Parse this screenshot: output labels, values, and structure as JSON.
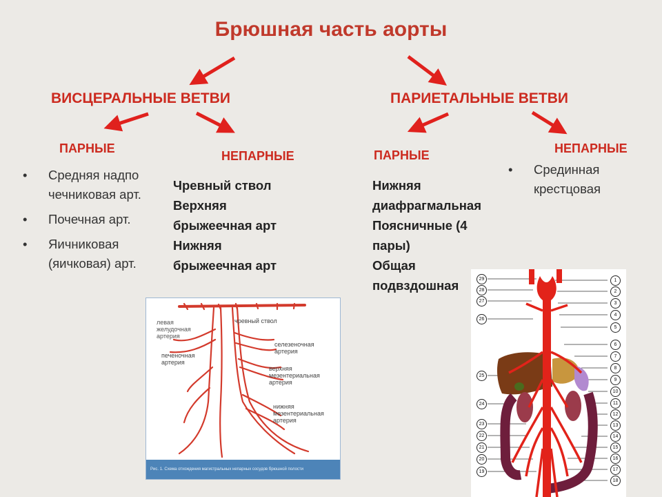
{
  "title": "Брюшная часть аорты",
  "visceral": {
    "header": "ВИСЦЕРАЛЬНЫЕ ВЕТВИ",
    "paired": {
      "label": "ПАРНЫЕ",
      "items": [
        "Средняя надпочечниковая арт.",
        "Почечная арт.",
        "Яичниковая (яичковая) арт."
      ]
    },
    "unpaired": {
      "label": "НЕПАРНЫЕ",
      "lines": [
        "Чревный ствол",
        "Верхняя",
        "брыжеечная арт",
        "Нижняя",
        "брыжеечная арт"
      ]
    }
  },
  "parietal": {
    "header": "ПАРИЕТАЛЬНЫЕ ВЕТВИ",
    "paired": {
      "label": "ПАРНЫЕ",
      "lines": [
        "Нижняя",
        "диафрагмальная",
        "Поясничные (4",
        "пары)",
        "Общая",
        "подвздошная"
      ]
    },
    "unpaired": {
      "label": "НЕПАРНЫЕ",
      "items": [
        "Срединная крестцовая"
      ]
    }
  },
  "figure1": {
    "labels": {
      "left_gastric": "левая\nжелудочная\nартерия",
      "celiac": "чревный ствол",
      "hepatic": "печеночная\nартерия",
      "splenic": "селезеночная\nартерия",
      "sup_mesenteric": "верхняя\nмезентериальная\nартерия",
      "inf_mesenteric": "нижняя\nмезентериальная\nартерия"
    },
    "caption": "Рис. 1. Схема отхождения магистральных непарных сосудов брюшной полости"
  },
  "figure2": {
    "right_numbers": [
      "1",
      "2",
      "3",
      "4",
      "5",
      "6",
      "7",
      "8",
      "9",
      "10",
      "11",
      "12",
      "13",
      "14",
      "15",
      "16",
      "17",
      "18"
    ],
    "left_numbers": [
      "29",
      "28",
      "27",
      "26",
      "25",
      "24",
      "23",
      "22",
      "21",
      "20",
      "19"
    ]
  },
  "colors": {
    "accent": "#cc2a1f",
    "artery": "#d33a2c",
    "vessel_red": "#e0211d"
  }
}
